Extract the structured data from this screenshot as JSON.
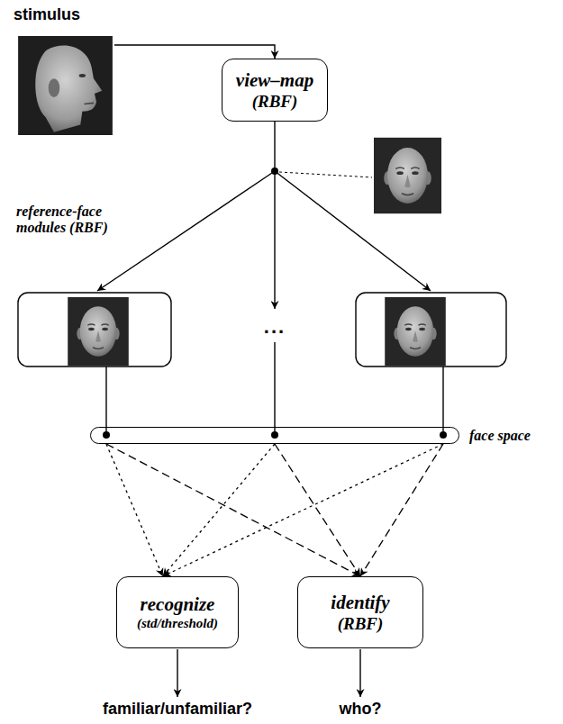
{
  "diagram": {
    "nodes": [
      {
        "text": [
          "stimulus"
        ]
      },
      {
        "text": [
          "view–map",
          "(RBF)"
        ]
      },
      {
        "text": [
          "face space"
        ]
      },
      {
        "text": [
          "recognize",
          "(std/threshold)"
        ]
      },
      {
        "text": [
          "identify",
          "(RBF)"
        ]
      }
    ],
    "edges": [
      {
        "from": 0,
        "to": 1,
        "arrow": "to"
      },
      {
        "from": 2,
        "to": 3,
        "arrow": "to"
      },
      {
        "from": 2,
        "to": 4,
        "arrow": "to"
      }
    ],
    "labels": [
      "reference-face modules (RBF)",
      "...",
      "familiar/unfamiliar?",
      "who?"
    ]
  }
}
